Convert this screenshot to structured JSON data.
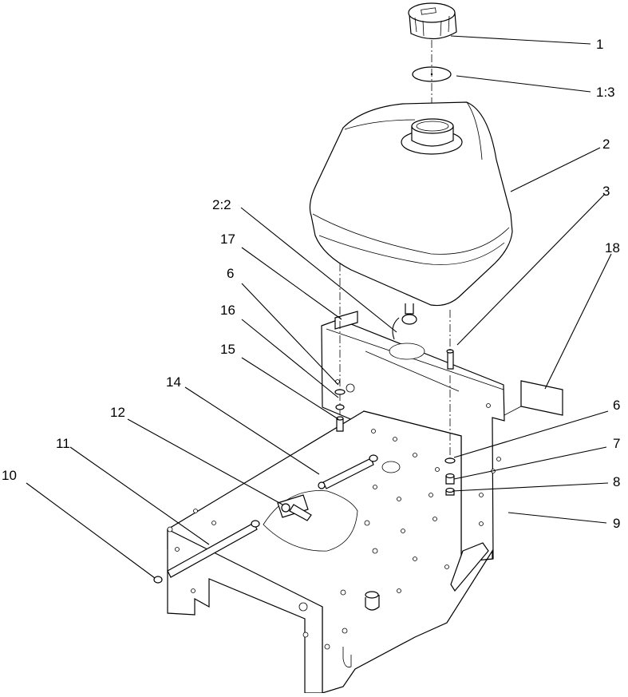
{
  "callouts": [
    {
      "id": "c-1",
      "label": "1"
    },
    {
      "id": "c-1-3",
      "label": "1:3"
    },
    {
      "id": "c-2",
      "label": "2"
    },
    {
      "id": "c-3",
      "label": "3"
    },
    {
      "id": "c-2-2",
      "label": "2:2"
    },
    {
      "id": "c-18",
      "label": "18"
    },
    {
      "id": "c-17",
      "label": "17"
    },
    {
      "id": "c-6a",
      "label": "6"
    },
    {
      "id": "c-16",
      "label": "16"
    },
    {
      "id": "c-15",
      "label": "15"
    },
    {
      "id": "c-14",
      "label": "14"
    },
    {
      "id": "c-6b",
      "label": "6"
    },
    {
      "id": "c-12",
      "label": "12"
    },
    {
      "id": "c-7",
      "label": "7"
    },
    {
      "id": "c-11",
      "label": "11"
    },
    {
      "id": "c-8",
      "label": "8"
    },
    {
      "id": "c-10",
      "label": "10"
    },
    {
      "id": "c-9",
      "label": "9"
    }
  ]
}
